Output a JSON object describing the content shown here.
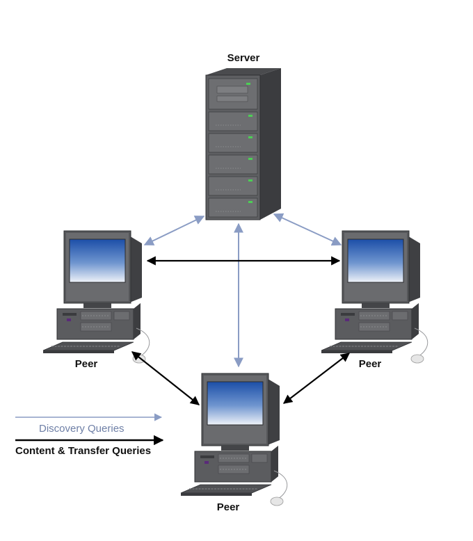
{
  "nodes": {
    "server": {
      "label": "Server"
    },
    "peer_left": {
      "label": "Peer"
    },
    "peer_right": {
      "label": "Peer"
    },
    "peer_bottom": {
      "label": "Peer"
    }
  },
  "legend": {
    "discovery": "Discovery Queries",
    "content": "Content & Transfer Queries"
  },
  "colors": {
    "discovery_arrow": "#8a9cc4",
    "content_arrow": "#000000",
    "hardware_body": "#4f5053",
    "hardware_dark": "#3a3b3e",
    "screen_top": "#1c4fa8",
    "screen_bottom": "#e8eef6",
    "led": "#4ccf55"
  },
  "icons": {
    "server": "server-tower-icon",
    "peer": "desktop-computer-icon"
  }
}
